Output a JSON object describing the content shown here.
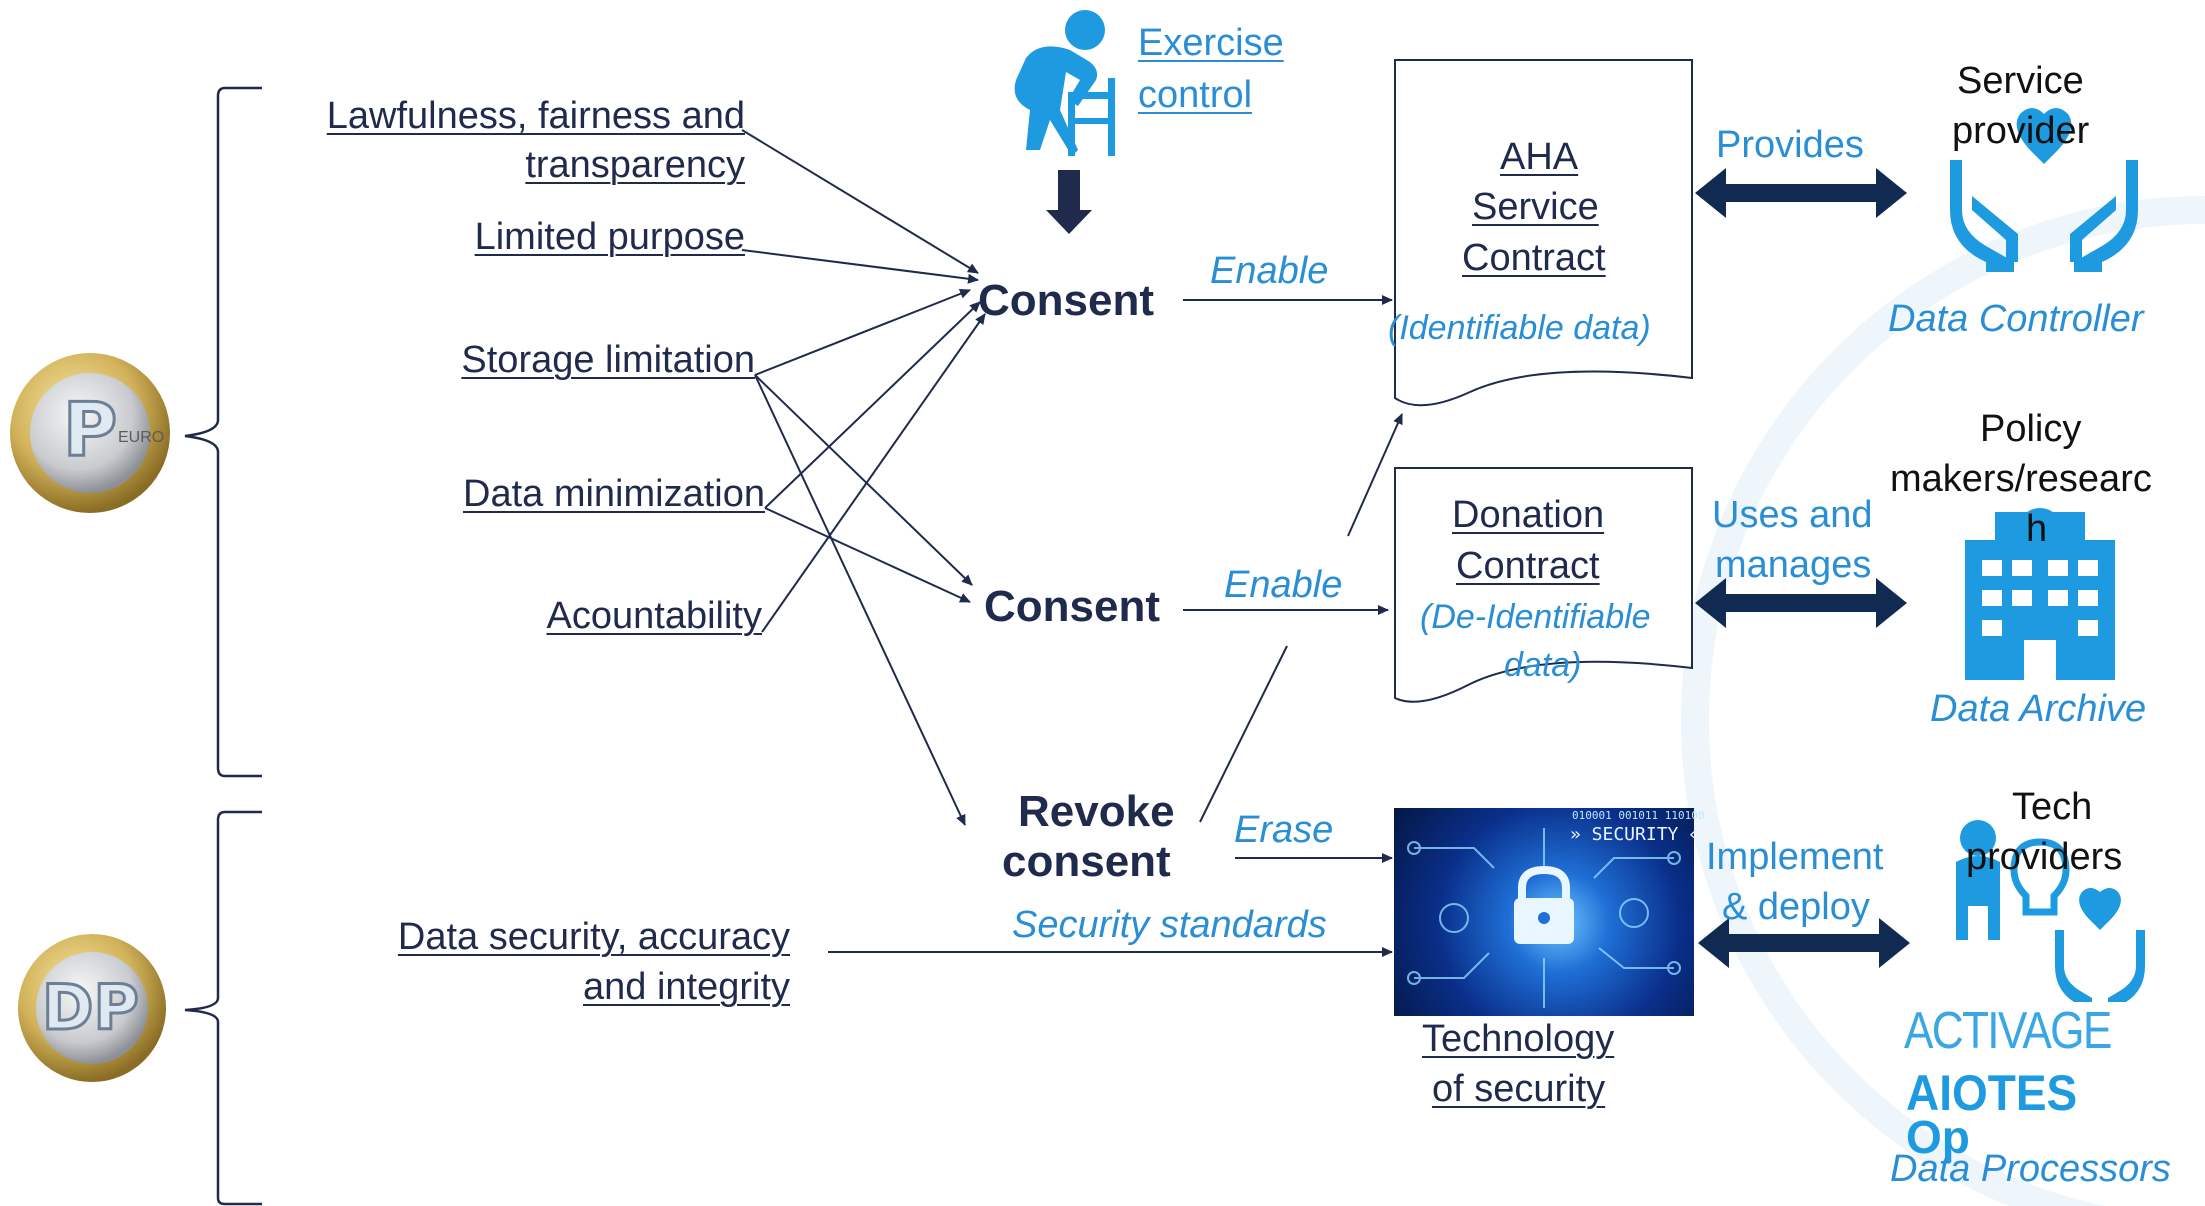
{
  "principles": {
    "p1_line1": "Lawfulness, fairness and",
    "p1_line2": "transparency",
    "p2": "Limited purpose",
    "p3": "Storage limitation",
    "p4": "Data minimization",
    "p5": "Acountability",
    "p6_line1": "Data security, accuracy",
    "p6_line2": "and integrity"
  },
  "coin_p": {
    "letter": "P",
    "small_text": "EURO"
  },
  "coin_dp": {
    "letters": "DP"
  },
  "exercise": {
    "line1": "Exercise",
    "line2": "control"
  },
  "consent": {
    "consent1": "Consent",
    "consent2": "Consent",
    "revoke_line1": "Revoke",
    "revoke_line2": "consent"
  },
  "flow_labels": {
    "enable1": "Enable",
    "enable2": "Enable",
    "erase": "Erase",
    "security_standards": "Security standards"
  },
  "contracts": {
    "aha_line1": "AHA",
    "aha_line2": "Service",
    "aha_line3": "Contract",
    "aha_note": "(Identifiable data)",
    "donation_line1": "Donation",
    "donation_line2": "Contract",
    "donation_note1": "(De-Identifiable",
    "donation_note2": "data)",
    "tech_line1": "Technology",
    "tech_line2": "of security"
  },
  "security_image": {
    "banner": "» SECURITY «",
    "binary": "010001 001011 110100"
  },
  "relations": {
    "provides": "Provides",
    "uses_line1": "Uses and",
    "uses_line2": "manages",
    "implement_line1": "Implement",
    "implement_line2": "& deploy"
  },
  "actors": {
    "service_line1": "Service",
    "service_line2": "provider",
    "controller": "Data Controller",
    "policy_line1": "Policy",
    "policy_line2": "makers/researc",
    "policy_line3": "h",
    "archive": "Data Archive",
    "tech_line1": "Tech",
    "tech_line2": "providers",
    "processors": "Data Processors"
  },
  "logos": {
    "activage": "ACTIVAGE",
    "aiotes": "AIOTES",
    "op": "Op"
  },
  "colors": {
    "dark_navy": "#1f2a4d",
    "accent_blue": "#2a8ed6",
    "icon_blue": "#1e9be0",
    "arrow_navy": "#102a52"
  }
}
